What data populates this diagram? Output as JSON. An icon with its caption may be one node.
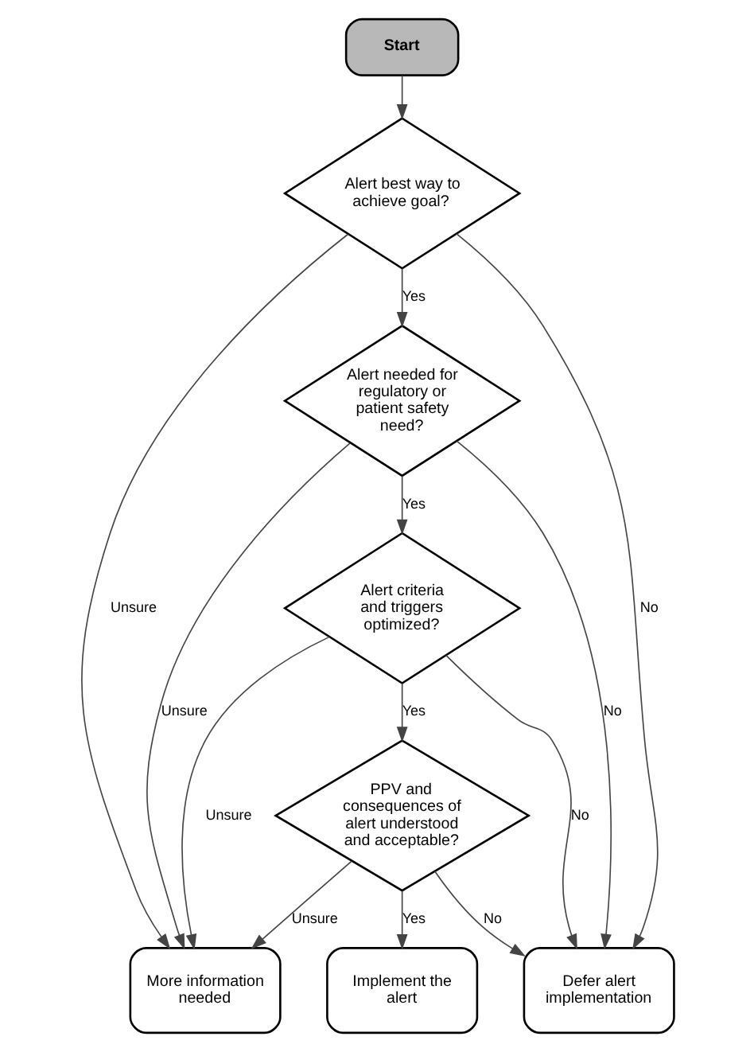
{
  "diagram": {
    "nodes": [
      {
        "text": [
          "Start"
        ]
      },
      {
        "text": [
          "Alert best way to achieve goal?"
        ]
      },
      {
        "text": [
          "Alert needed for regulatory or patient safety need?"
        ]
      },
      {
        "text": [
          "Alert criteria and triggers optimized?"
        ]
      },
      {
        "text": [
          "PPV and consequences of alert understood and acceptable?"
        ]
      },
      {
        "text": [
          "More information needed"
        ]
      },
      {
        "text": [
          "Implement the alert"
        ]
      },
      {
        "text": [
          "Defer alert implementation"
        ]
      }
    ],
    "edges": [
      {
        "from": 0,
        "to": 1,
        "arrow": "to"
      },
      {
        "from": 1,
        "to": 2,
        "arrow": "to",
        "label": "Yes"
      },
      {
        "from": 1,
        "to": 5,
        "arrow": "to",
        "label": "Unsure"
      },
      {
        "from": 1,
        "to": 7,
        "arrow": "to",
        "label": "No"
      },
      {
        "from": 2,
        "to": 3,
        "arrow": "to",
        "label": "Yes"
      },
      {
        "from": 2,
        "to": 5,
        "arrow": "to",
        "label": "Unsure"
      },
      {
        "from": 2,
        "to": 7,
        "arrow": "to",
        "label": "No"
      },
      {
        "from": 3,
        "to": 4,
        "arrow": "to",
        "label": "Yes"
      },
      {
        "from": 3,
        "to": 5,
        "arrow": "to",
        "label": "Unsure"
      },
      {
        "from": 3,
        "to": 7,
        "arrow": "to",
        "label": "No"
      },
      {
        "from": 4,
        "to": 6,
        "arrow": "to",
        "label": "Yes"
      },
      {
        "from": 4,
        "to": 5,
        "arrow": "to",
        "label": "Unsure"
      },
      {
        "from": 4,
        "to": 7,
        "arrow": "to",
        "label": "No"
      }
    ]
  }
}
